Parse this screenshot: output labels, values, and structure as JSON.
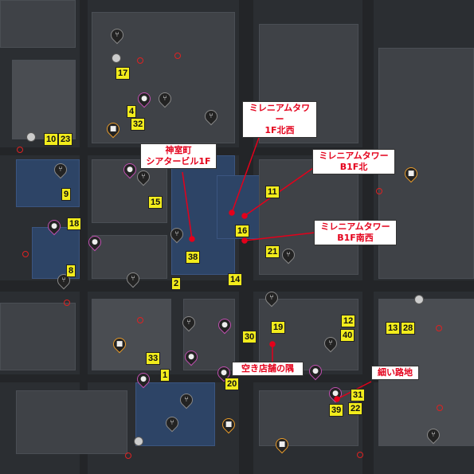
{
  "map": {
    "numbers": {
      "n17": "17",
      "n4": "4",
      "n32": "32",
      "n10": "10",
      "n23": "23",
      "n9": "9",
      "n15": "15",
      "n18": "18",
      "n8": "8",
      "n2": "2",
      "n38": "38",
      "n16": "16",
      "n21": "21",
      "n14": "14",
      "n11": "11",
      "n30": "30",
      "n19": "19",
      "n12": "12",
      "n40": "40",
      "n13": "13",
      "n28": "28",
      "n33": "33",
      "n1": "1",
      "n20": "20",
      "n31": "31",
      "n39": "39",
      "n22": "22"
    },
    "callouts": {
      "kamimurocho": [
        "神室町",
        "シアタービル1F"
      ],
      "millennium_1f": [
        "ミレニアムタワー",
        "1F北西"
      ],
      "millennium_b1f_north": [
        "ミレニアムタワー",
        "B1F北"
      ],
      "millennium_b1f_southwest": [
        "ミレニアムタワー",
        "B1F南西"
      ],
      "vacant_store": [
        "空き店舗の隅"
      ],
      "narrow_alley": [
        "細い路地"
      ]
    },
    "colors": {
      "marker_fill": "#f2ec1c",
      "callout_text": "#e4001b",
      "pointer_line": "#e4001b"
    },
    "icons": [
      "restaurant-icon",
      "shop-icon",
      "game-icon",
      "no-entry-icon"
    ]
  }
}
